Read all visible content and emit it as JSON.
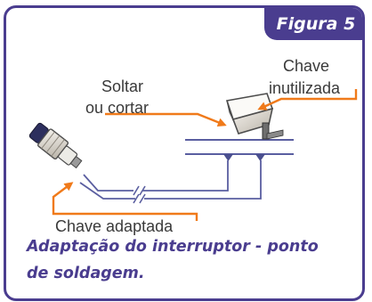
{
  "figure_label": "Figura 5",
  "labels": {
    "soltar_line1": "Soltar",
    "soltar_line2": "ou cortar",
    "chave_inut_line1": "Chave",
    "chave_inut_line2": "inutilizada",
    "chave_adaptada": "Chave adaptada"
  },
  "caption": {
    "line1": "Adaptação do interruptor - ponto",
    "line2": "de soldagem."
  },
  "colors": {
    "frame": "#4a3d8f",
    "arrow": "#f07a1a",
    "wire": "#5a5ea0",
    "switch_body": "#e7e2d9"
  }
}
